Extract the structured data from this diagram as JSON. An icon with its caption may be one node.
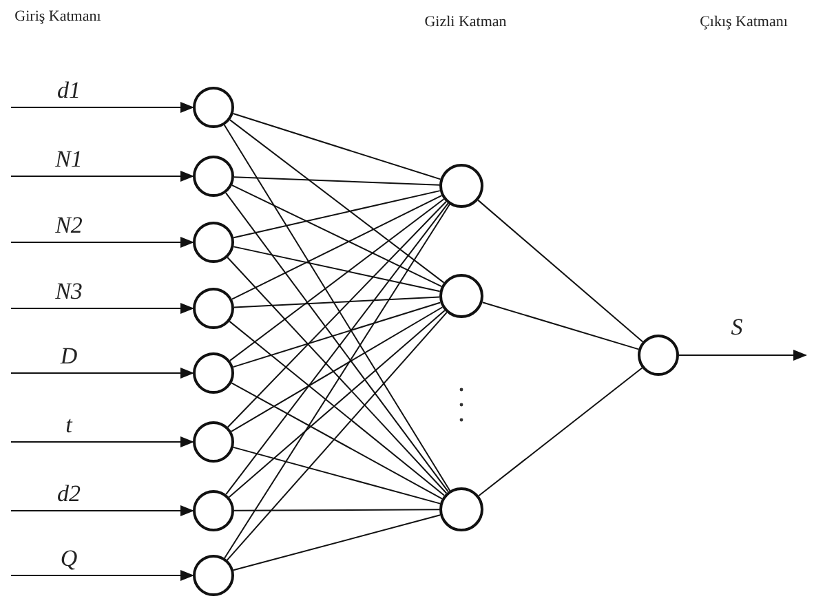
{
  "diagram": {
    "nodes": [
      {
        "text": [],
        "shape": "circle"
      },
      {
        "text": [],
        "shape": "circle"
      },
      {
        "text": [],
        "shape": "circle"
      },
      {
        "text": [],
        "shape": "circle"
      },
      {
        "text": [],
        "shape": "circle"
      },
      {
        "text": [],
        "shape": "circle"
      },
      {
        "text": [],
        "shape": "circle"
      },
      {
        "text": [],
        "shape": "circle"
      },
      {
        "text": [],
        "shape": "circle"
      },
      {
        "text": [],
        "shape": "circle"
      },
      {
        "text": [],
        "shape": "circle"
      },
      {
        "text": [],
        "shape": "circle"
      }
    ],
    "edges": [
      {
        "from": null,
        "to": 0,
        "arrow": "to",
        "label": "d1"
      },
      {
        "from": null,
        "to": 1,
        "arrow": "to",
        "label": "N1"
      },
      {
        "from": null,
        "to": 2,
        "arrow": "to",
        "label": "N2"
      },
      {
        "from": null,
        "to": 3,
        "arrow": "to",
        "label": "N3"
      },
      {
        "from": null,
        "to": 4,
        "arrow": "to",
        "label": "D"
      },
      {
        "from": null,
        "to": 5,
        "arrow": "to",
        "label": "t"
      },
      {
        "from": null,
        "to": 6,
        "arrow": "to",
        "label": "d2"
      },
      {
        "from": null,
        "to": 7,
        "arrow": "to",
        "label": "Q"
      },
      {
        "from": 0,
        "to": 8,
        "arrow": "none"
      },
      {
        "from": 0,
        "to": 9,
        "arrow": "none"
      },
      {
        "from": 0,
        "to": 10,
        "arrow": "none"
      },
      {
        "from": 1,
        "to": 8,
        "arrow": "none"
      },
      {
        "from": 1,
        "to": 9,
        "arrow": "none"
      },
      {
        "from": 1,
        "to": 10,
        "arrow": "none"
      },
      {
        "from": 2,
        "to": 8,
        "arrow": "none"
      },
      {
        "from": 2,
        "to": 9,
        "arrow": "none"
      },
      {
        "from": 2,
        "to": 10,
        "arrow": "none"
      },
      {
        "from": 3,
        "to": 8,
        "arrow": "none"
      },
      {
        "from": 3,
        "to": 9,
        "arrow": "none"
      },
      {
        "from": 3,
        "to": 10,
        "arrow": "none"
      },
      {
        "from": 4,
        "to": 8,
        "arrow": "none"
      },
      {
        "from": 4,
        "to": 9,
        "arrow": "none"
      },
      {
        "from": 4,
        "to": 10,
        "arrow": "none"
      },
      {
        "from": 5,
        "to": 8,
        "arrow": "none"
      },
      {
        "from": 5,
        "to": 9,
        "arrow": "none"
      },
      {
        "from": 5,
        "to": 10,
        "arrow": "none"
      },
      {
        "from": 6,
        "to": 8,
        "arrow": "none"
      },
      {
        "from": 6,
        "to": 9,
        "arrow": "none"
      },
      {
        "from": 6,
        "to": 10,
        "arrow": "none"
      },
      {
        "from": 7,
        "to": 8,
        "arrow": "none"
      },
      {
        "from": 7,
        "to": 9,
        "arrow": "none"
      },
      {
        "from": 7,
        "to": 10,
        "arrow": "none"
      },
      {
        "from": 8,
        "to": 11,
        "arrow": "none"
      },
      {
        "from": 9,
        "to": 11,
        "arrow": "none"
      },
      {
        "from": 10,
        "to": 11,
        "arrow": "none"
      },
      {
        "from": 11,
        "to": null,
        "arrow": "to",
        "label": "S"
      }
    ],
    "labels": [
      "Giriş Katmanı",
      "Gizli Katman",
      "Çıkış Katmanı"
    ]
  }
}
